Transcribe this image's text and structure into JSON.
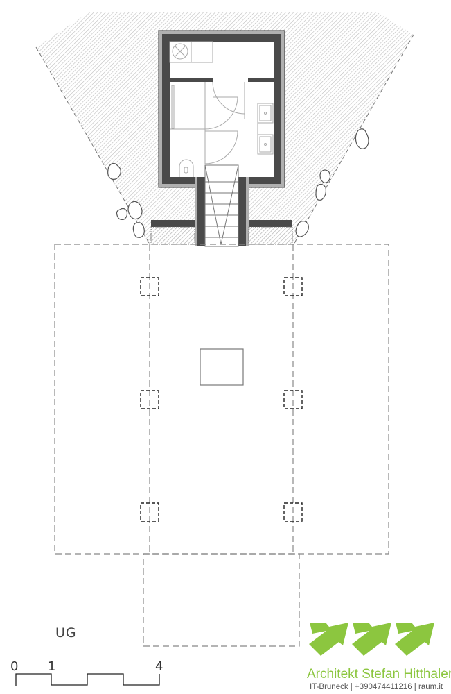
{
  "drawing": {
    "level_label": "UG",
    "scale_bar": {
      "ticks": [
        "0",
        "1",
        "4"
      ],
      "unit": "m"
    }
  },
  "rooms": [
    {
      "name": "technical room",
      "symbol": "ventilation-x"
    },
    {
      "name": "shower"
    },
    {
      "name": "wc"
    },
    {
      "name": "washbasins",
      "count": 2
    },
    {
      "name": "staircase"
    }
  ],
  "footprint": {
    "columns": 6,
    "central_opening": true
  },
  "branding": {
    "name": "Architekt Stefan Hitthaler",
    "info": "IT-Bruneck | +390474411216 | raum.it",
    "accent_color": "#8cc63f"
  },
  "colors": {
    "wall": "#4a4a4a",
    "insulation": "#b0b0b0",
    "hatch": "#bdbdbd",
    "dashed": "#888888"
  }
}
